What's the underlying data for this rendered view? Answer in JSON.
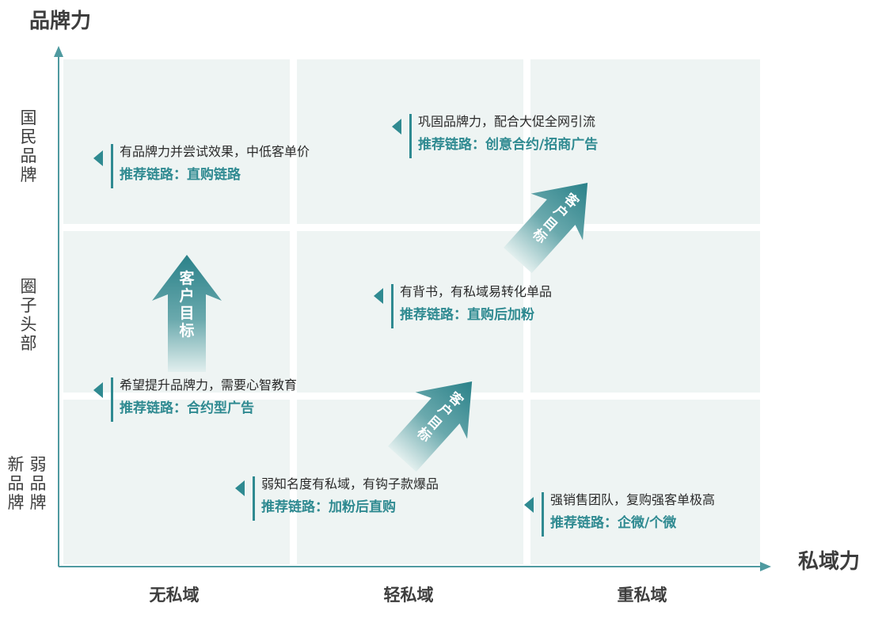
{
  "axes": {
    "y_title": "品牌力",
    "x_title": "私域力"
  },
  "y_levels": [
    {
      "label_col1": "国民品牌"
    },
    {
      "label_col1": "圈子头部"
    },
    {
      "label_col1": "新品牌",
      "label_col2": "弱品牌"
    }
  ],
  "x_levels": [
    "无私域",
    "轻私域",
    "重私域"
  ],
  "recommend_prefix": "推荐链路：",
  "cards": [
    {
      "desc": "有品牌力并尝试效果，中低客单价",
      "route": "直购链路"
    },
    {
      "desc": "巩固品牌力，配合大促全网引流",
      "route": "创意合约/招商广告"
    },
    {
      "desc": "有背书，有私域易转化单品",
      "route": "直购后加粉"
    },
    {
      "desc": "希望提升品牌力，需要心智教育",
      "route": "合约型广告"
    },
    {
      "desc": "弱知名度有私域，有钩子款爆品",
      "route": "加粉后直购"
    },
    {
      "desc": "强销售团队，复购强客单极高",
      "route": "企微/个微"
    }
  ],
  "arrows": [
    {
      "label": "客户目标"
    },
    {
      "label": "客户目标"
    },
    {
      "label": "客户目标"
    }
  ],
  "colors": {
    "teal": "#2f8a91",
    "cell_bg": "#eef4f3",
    "axis": "#4f9aa0",
    "text": "#3d3d3d"
  }
}
